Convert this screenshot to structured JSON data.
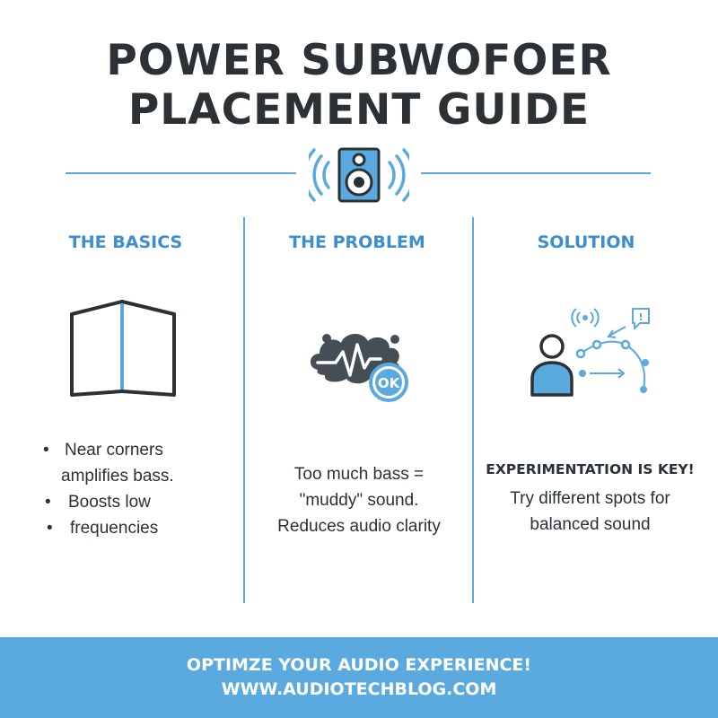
{
  "title": {
    "line1": "POWER SUBWOFOER",
    "line2": "PLACEMENT GUIDE"
  },
  "colors": {
    "accent": "#5aaadf",
    "heading": "#3d8ed0",
    "text": "#2a3138"
  },
  "header_icon": "speaker-icon",
  "columns": [
    {
      "heading": "THE BASICS",
      "icon": "corner-book-icon",
      "bullets": [
        {
          "bullet": "•",
          "line1": "Near corners",
          "line2": "amplifies bass."
        },
        {
          "bullet": "•",
          "line1": "Boosts low"
        },
        {
          "bullet": "•",
          "line1": "frequencies"
        }
      ]
    },
    {
      "heading": "THE PROBLEM",
      "icon": "muddy-soundwave-icon",
      "badge": "OK",
      "lines": [
        "Too much bass =",
        "\"muddy\" sound.",
        "Reduces audio clarity"
      ]
    },
    {
      "heading": "SOLUTION",
      "icon": "person-experiment-icon",
      "key": "EXPERIMENTATION IS KEY!",
      "lines": [
        "Try different spots for",
        "balanced sound"
      ]
    }
  ],
  "footer": {
    "line1": "OPTIMZE YOUR AUDIO EXPERIENCE!",
    "line2": "WWW.AUDIOTECHBLOG.COM"
  }
}
